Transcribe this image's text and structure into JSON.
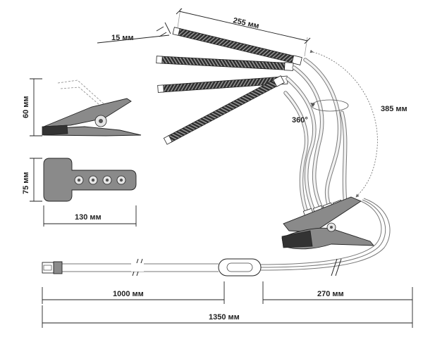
{
  "dimensions": {
    "strip_length": "255 мм",
    "strip_width": "15 мм",
    "neck_length": "385 мм",
    "rotation": "360°",
    "clip_height": "60 мм",
    "controller_height": "75 мм",
    "controller_width": "130 мм",
    "cable_to_switch": "1000 мм",
    "switch_to_clip": "270 мм",
    "total_length": "1350 мм"
  },
  "colors": {
    "line": "#222222",
    "part_fill": "#8a8a8a",
    "part_dark": "#333333",
    "strip_dark": "#2f2f2f",
    "hose": "#7a7a7a"
  }
}
